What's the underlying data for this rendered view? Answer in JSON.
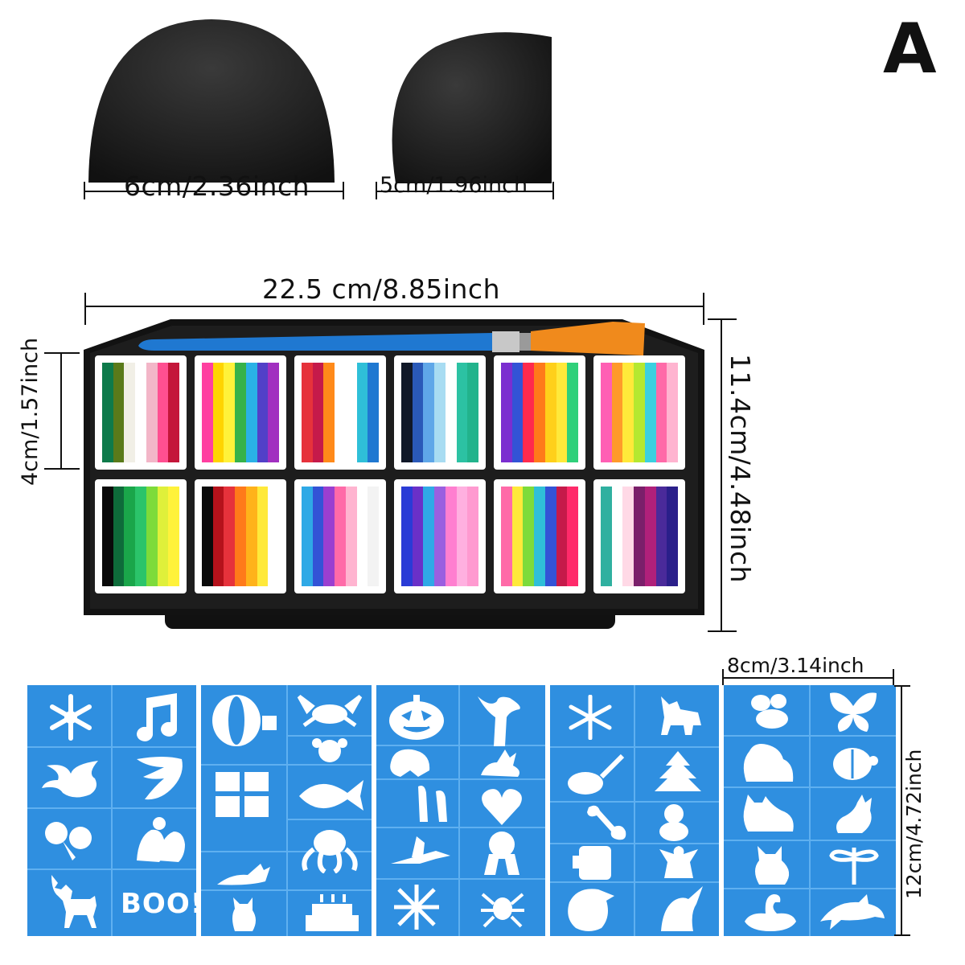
{
  "variant_label": "A",
  "dimensions": {
    "sponge_half": "6cm/2.36inch",
    "sponge_drop": "5cm/1.96inch",
    "palette_width": "22.5 cm/8.85inch",
    "palette_height": "11.4cm/4.48inch",
    "pan_height": "4cm/1.57inch",
    "stencil_width": "8cm/3.14inch",
    "stencil_height": "12cm/4.72inch"
  },
  "stencil_text": "BOO!",
  "colors": {
    "sponge": "#1b1b1b",
    "palette_case": "#111111",
    "stencil_blue": "#2f8fe0",
    "brush_handle": "#1f78d1",
    "brush_bristles": "#f08a1c"
  },
  "pans": [
    [
      "#0e7a4a",
      "#5a7a1a",
      "#f1efe6",
      "#ffffff",
      "#f3b6c8",
      "#ff4f91",
      "#c4163a"
    ],
    [
      "#ff3fa0",
      "#ffd400",
      "#fff23a",
      "#36b24a",
      "#2ab1e6",
      "#5240c8",
      "#a12fc0"
    ],
    [
      "#e6323b",
      "#c51a4a",
      "#ff8a1a",
      "#ffffff",
      "#ffffff",
      "#2fbfd8",
      "#1f78d1"
    ],
    [
      "#101828",
      "#2a59b8",
      "#5fa7e8",
      "#a8dcf2",
      "#ffffff",
      "#2cc2a3",
      "#22b38c"
    ],
    [
      "#7b2ed0",
      "#3353d6",
      "#ff2a4d",
      "#ff7a1a",
      "#ffd01a",
      "#ffe93a",
      "#2fd07a"
    ],
    [
      "#ff5fb4",
      "#ff9a2a",
      "#ffe93a",
      "#b5e830",
      "#3bd0e0",
      "#ff6aa8",
      "#ffb4d0"
    ],
    [
      "#0a0a0a",
      "#0e6b3a",
      "#1aa64a",
      "#2bc46a",
      "#7ddb3a",
      "#dff03a",
      "#fff23a"
    ],
    [
      "#0a0a0a",
      "#b5121b",
      "#e6323b",
      "#ff7a1a",
      "#ffb21a",
      "#ffe93a",
      "#ffffff"
    ],
    [
      "#2fa9e6",
      "#3353d6",
      "#9a3fd0",
      "#ff6aa8",
      "#ffb4d0",
      "#ffffff",
      "#f3f3f3"
    ],
    [
      "#2a3bd6",
      "#6a30c8",
      "#2fa9e6",
      "#9a5fe0",
      "#ff7fd0",
      "#ffb0e0",
      "#ff9ad0"
    ],
    [
      "#ff6aa8",
      "#ffe93a",
      "#7ddb3a",
      "#2fbfd8",
      "#3353d6",
      "#c51a4a",
      "#ff2a6a"
    ],
    [
      "#2fb0a0",
      "#ffffff",
      "#ffd9e6",
      "#7a1f6a",
      "#b0207a",
      "#4a2a9a",
      "#2a1f8a"
    ]
  ]
}
